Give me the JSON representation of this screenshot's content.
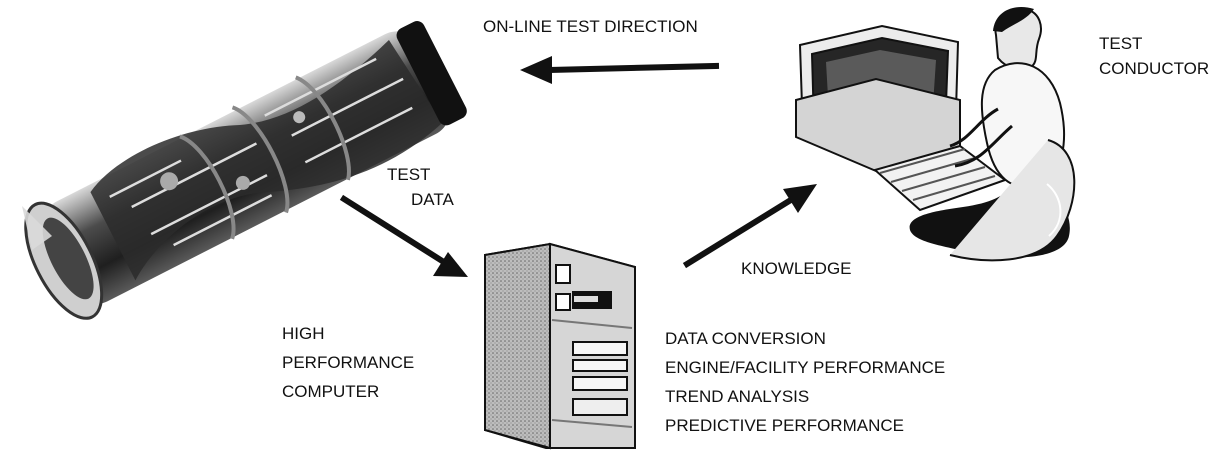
{
  "labels": {
    "online_test_direction": "ON-LINE TEST DIRECTION",
    "test_conductor": [
      "TEST",
      "CONDUCTOR"
    ],
    "test_data": [
      "TEST",
      "DATA"
    ],
    "knowledge": "KNOWLEDGE",
    "high_performance_computer": [
      "HIGH",
      "PERFORMANCE",
      "COMPUTER"
    ],
    "computer_functions": [
      "DATA CONVERSION",
      "ENGINE/FACILITY PERFORMANCE",
      "TREND ANALYSIS",
      "PREDICTIVE PERFORMANCE"
    ]
  },
  "icons": {
    "engine": "jet-engine-illustration",
    "computer": "tower-computer-illustration",
    "conductor": "person-at-workstation-illustration"
  },
  "colors": {
    "ink": "#111111",
    "background": "#ffffff"
  }
}
